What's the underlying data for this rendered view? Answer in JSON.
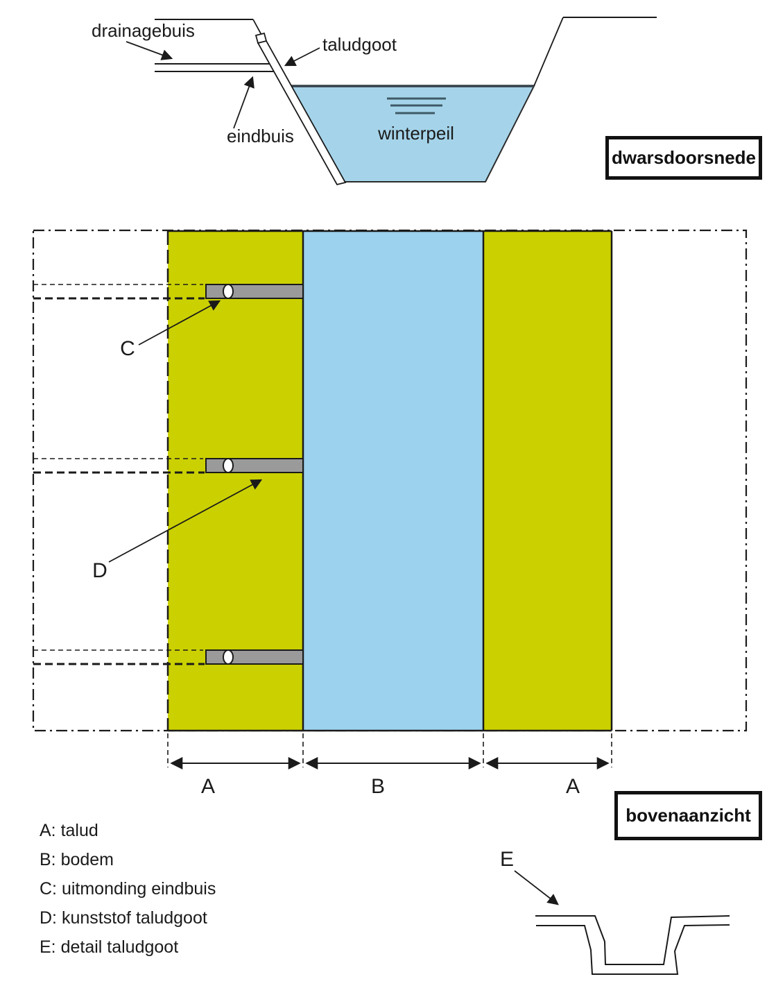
{
  "colors": {
    "talud_green": "#CBD100",
    "bodem_blue": "#9CD2EE",
    "water_blue": "#A5D4EA",
    "pipe_gray": "#9A9A9A",
    "ripple": "#3E5A66"
  },
  "cross_section": {
    "title": "dwarsdoorsnede",
    "labels": {
      "drainagebuis": "drainagebuis",
      "taludgoot": "taludgoot",
      "eindbuis": "eindbuis",
      "winterpeil": "winterpeil"
    }
  },
  "top_view": {
    "title": "bovenaanzicht",
    "callouts": {
      "c": "C",
      "d": "D",
      "e": "E"
    },
    "dimensions": {
      "a_left": "A",
      "b": "B",
      "a_right": "A"
    }
  },
  "legend": {
    "items": [
      "A: talud",
      "B: bodem",
      "C: uitmonding eindbuis",
      "D: kunststof taludgoot",
      "E: detail taludgoot"
    ]
  }
}
